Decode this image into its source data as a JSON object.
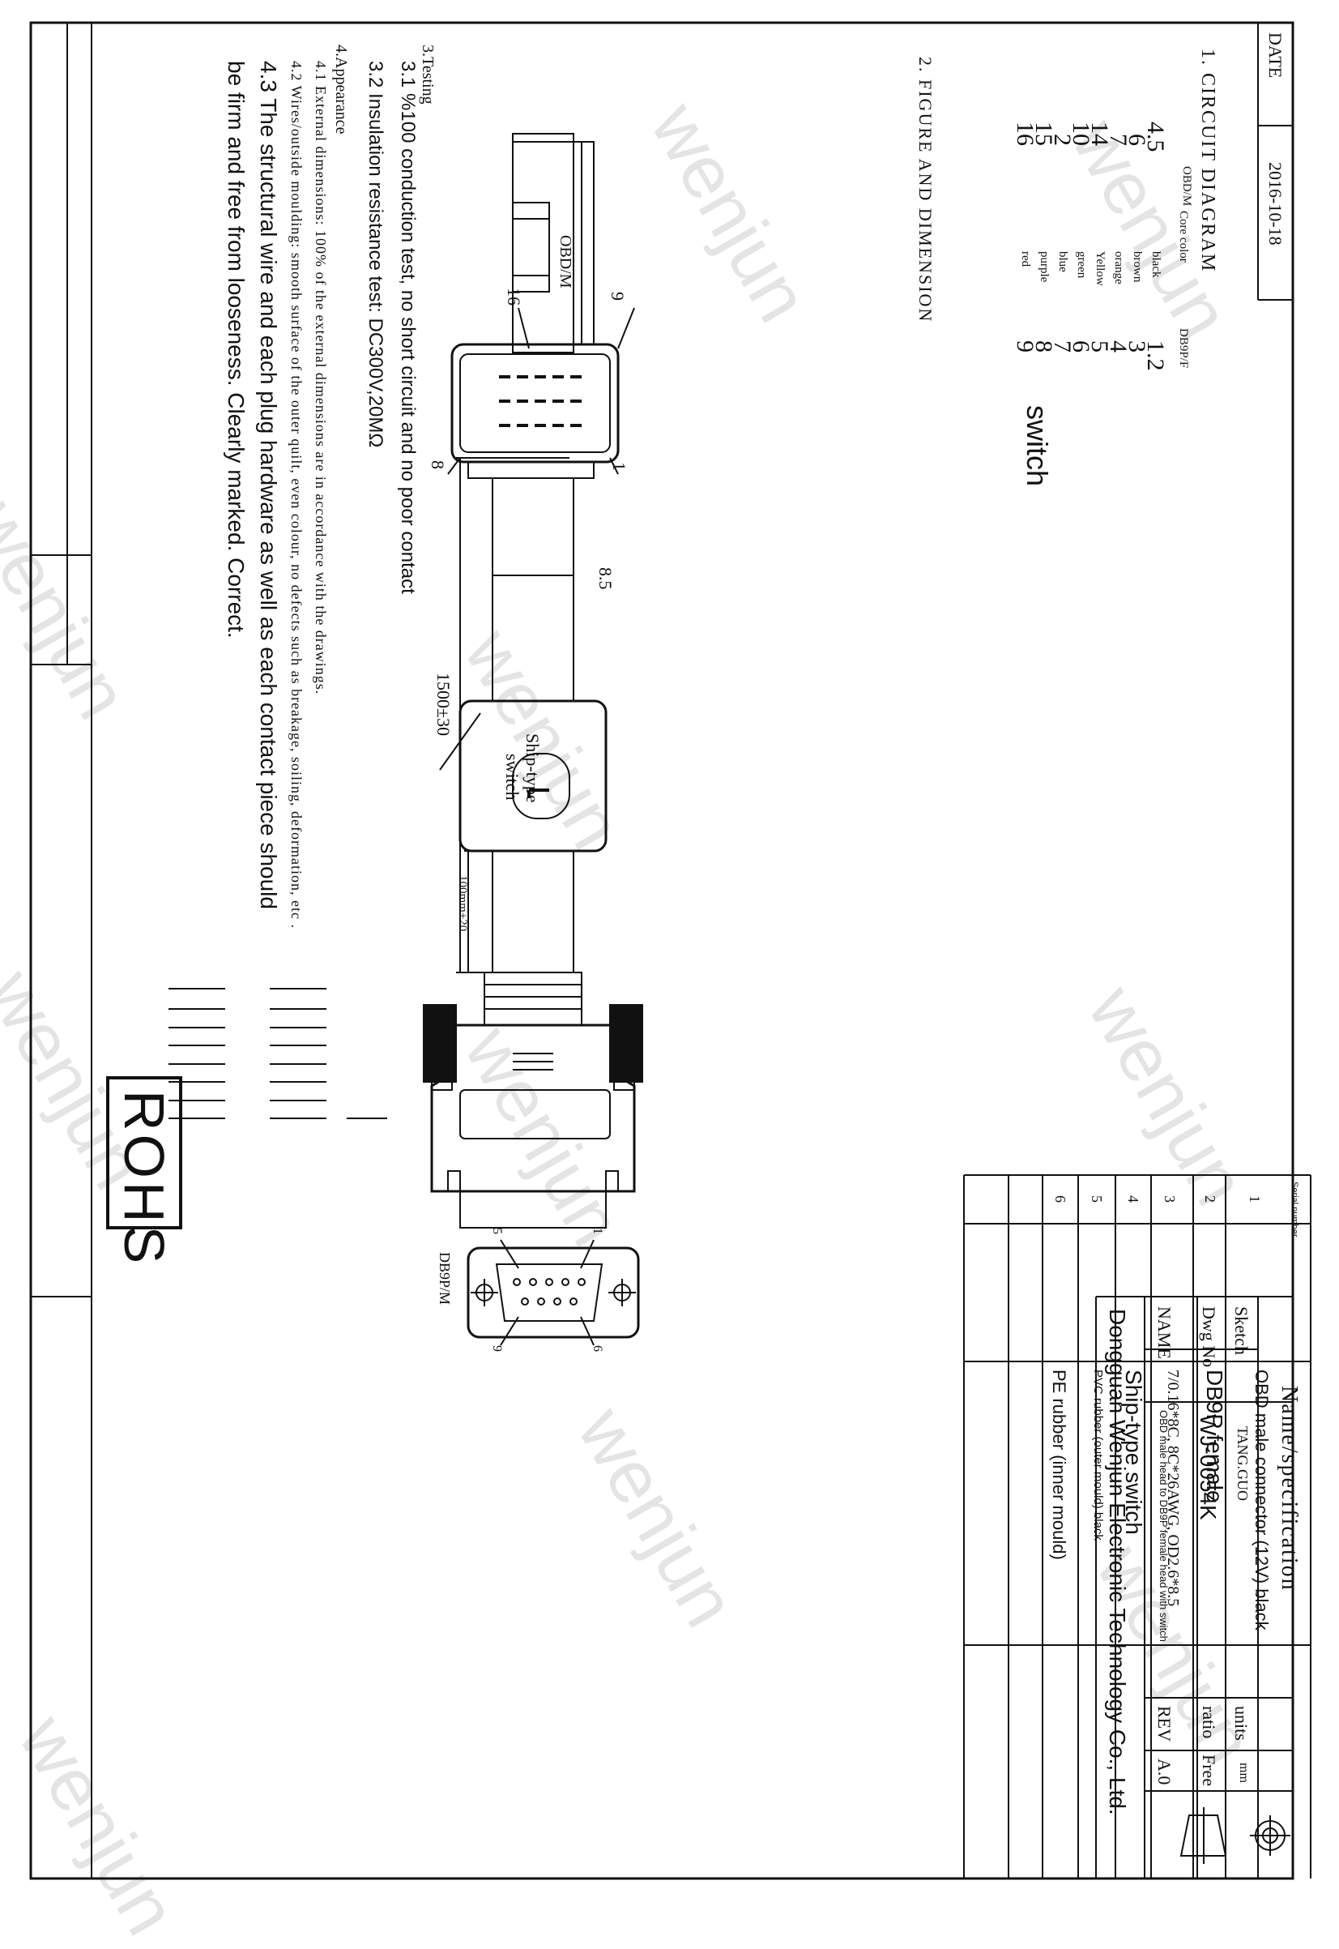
{
  "watermark": "wenjun",
  "date_block": {
    "label": "DATE",
    "value": "2016-10-18"
  },
  "section1": {
    "title": "1. CIRCUIT DIAGRAM",
    "col_left": "OBD/M",
    "col_mid": "Core color",
    "col_right": "DB9P/F",
    "rows": [
      {
        "obd": "4.5",
        "color": "black",
        "db9": "1.2"
      },
      {
        "obd": "6",
        "color": "brown",
        "db9": "3"
      },
      {
        "obd": "7",
        "color": "orange",
        "db9": "4"
      },
      {
        "obd": "14",
        "color": "Yellow",
        "db9": "5"
      },
      {
        "obd": "10",
        "color": "green",
        "db9": "6"
      },
      {
        "obd": "2",
        "color": "blue",
        "db9": "7"
      },
      {
        "obd": "15",
        "color": "purple",
        "db9": "8"
      },
      {
        "obd": "16",
        "color": "red",
        "db9": "9"
      }
    ],
    "switch_label": "switch"
  },
  "section2": {
    "title": "2. FIGURE AND DIMENSION"
  },
  "drawing": {
    "obd_label": "OBD/M",
    "db9_label": "DB9P/M",
    "obd_pin_16": "16",
    "obd_pin_9": "9",
    "obd_pin_8": "8",
    "obd_pin_1": "1",
    "cable_diameter": "8.5",
    "length": "1500±30",
    "switch_distance": "100mm±20",
    "switch_label_1": "Ship-type",
    "switch_label_2": "switch",
    "db9_pin_1": "1",
    "db9_pin_5": "5",
    "db9_pin_6": "6",
    "db9_pin_9": "9"
  },
  "section3": {
    "title": "3.Testing",
    "items": [
      "3.1 %100 conduction test, no short circuit and no poor contact",
      "3.2 Insulation resistance test: DC300V,20MΩ"
    ]
  },
  "section4": {
    "title": "4.Appearance",
    "items": [
      "4.1 External dimensions: 100% of the external dimensions are in accordance with the drawings.",
      "4.2 Wires/outside moulding: smooth surface of the outer quilt, even colour, no defects such as breakage, soiling, deformation, etc .",
      "4.3 The structural wire and each plug hardware as well as each contact piece should",
      "be firm and free from looseness. Clearly marked. Correct."
    ]
  },
  "rohs": "ROHS",
  "bom": {
    "header_serial": "Serial number",
    "header_name": "Name/specification",
    "rows": [
      {
        "serial": "1",
        "name": "OBD male connector (12V) black"
      },
      {
        "serial": "2",
        "name": "DB9P female"
      },
      {
        "serial": "3",
        "name": "7/0.16*8C, 8C*26AWG, OD2.6*8.5"
      },
      {
        "serial": "4",
        "name": "Ship-type switch"
      },
      {
        "serial": "5",
        "name": "PVC rubber (outer mould) black"
      },
      {
        "serial": "6",
        "name": "PE rubber (inner mould)"
      }
    ]
  },
  "title_block": {
    "company": "Dongguan Wenjun Electronic Technology Co., Ltd.",
    "name_label": "NAME",
    "name_value": "OBD male head to DB9P female head with switch",
    "rev_label": "REV",
    "rev_value": "A.0",
    "dwg_label": "Dwg No",
    "dwg_value": "WJ-0054K",
    "ratio_label": "ratio",
    "ratio_value": "Free",
    "sketch_label": "Sketch",
    "sketch_value": "TANG.GUO",
    "units_label": "units",
    "units_value": "mm"
  }
}
